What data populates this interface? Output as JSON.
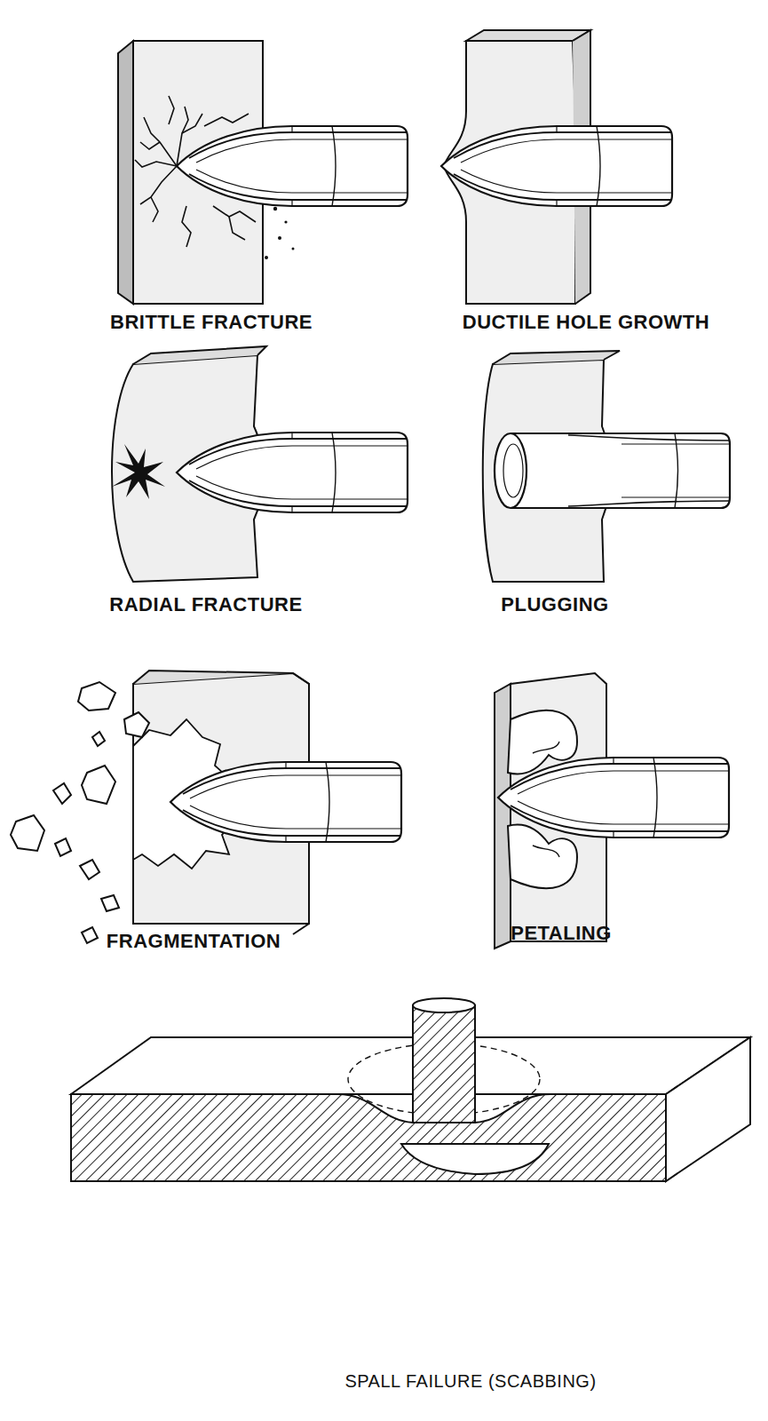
{
  "diagram": {
    "labels": [
      "BRITTLE FRACTURE",
      "DUCTILE HOLE GROWTH",
      "RADIAL FRACTURE",
      "PLUGGING",
      "FRAGMENTATION",
      "PETALING",
      "SPALL FAILURE (SCABBING)"
    ]
  }
}
